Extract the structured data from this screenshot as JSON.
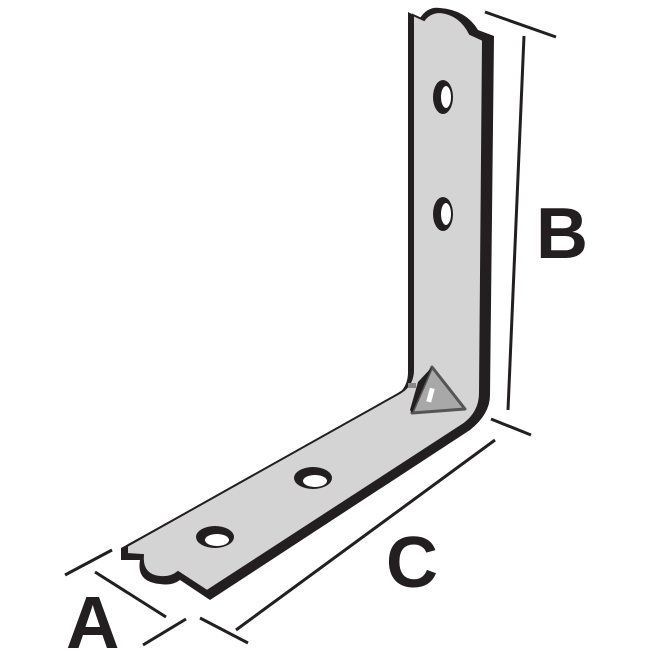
{
  "diagram": {
    "type": "technical-drawing",
    "subject": "L-shaped angle bracket with reinforcement rib",
    "colors": {
      "background": "#ffffff",
      "metal_fill": "#d4d4d4",
      "outline": "#231f20",
      "rib_fill": "#a8a8a8",
      "dimension_lines": "#231f20"
    },
    "dimensions": {
      "a": {
        "label": "A",
        "meaning": "width"
      },
      "b": {
        "label": "B",
        "meaning": "vertical leg length"
      },
      "c": {
        "label": "C",
        "meaning": "horizontal leg length"
      }
    },
    "holes": {
      "vertical_leg": 2,
      "horizontal_leg": 2
    }
  }
}
